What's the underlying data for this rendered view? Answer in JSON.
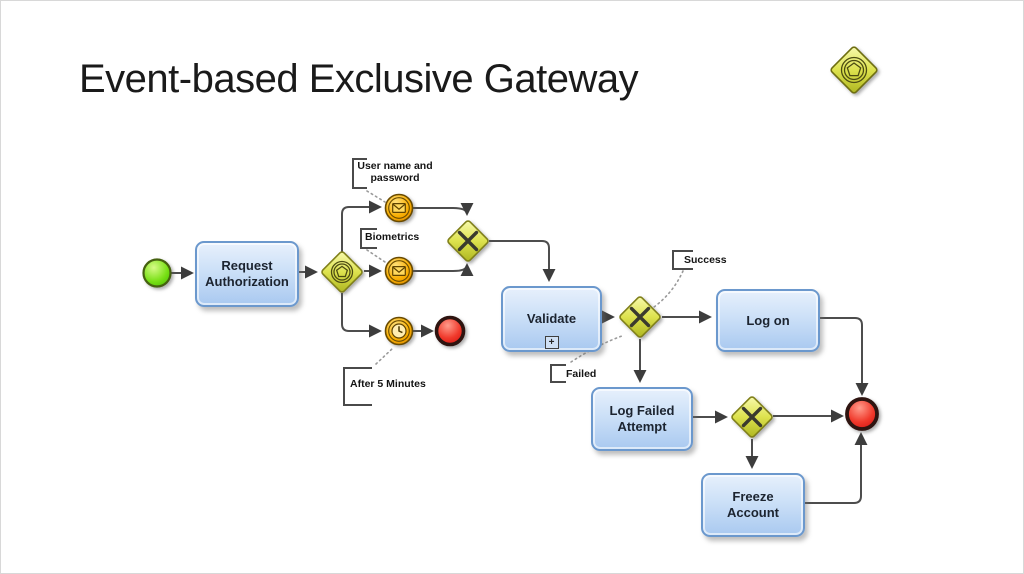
{
  "title": "Event-based Exclusive Gateway",
  "tasks": {
    "request_authorization": "Request Authorization",
    "validate": "Validate",
    "log_on": "Log on",
    "log_failed_attempt": "Log Failed Attempt",
    "freeze_account": "Freeze Account"
  },
  "annotations": {
    "username_password": "User name and password",
    "biometrics": "Biometrics",
    "after_5_minutes": "After 5 Minutes",
    "success": "Success",
    "failed": "Failed"
  },
  "icons": {
    "subprocess_plus": "+",
    "event_gateway": "pentagon-in-double-circle-diamond",
    "exclusive_gateway": "x-diamond",
    "message_event": "envelope-in-double-circle",
    "timer_event": "clock-in-double-circle",
    "start_event": "green-circle",
    "end_event": "red-thick-circle"
  },
  "colors": {
    "background": "#ffffff",
    "title_text": "#1a1a1a",
    "task_fill_top": "#e7f0fc",
    "task_fill_bottom": "#a9c9f0",
    "task_border": "#6b98cd",
    "task_text": "#1c2430",
    "gateway_fill": "#e3e34f",
    "gateway_border": "#80801a",
    "gateway_symbol": "#3a3a2e",
    "event_fill": "#f6a800",
    "event_ring": "#5d4305",
    "start_fill": "#72dd11",
    "end_fill": "#ee3322",
    "end_ring": "#331109",
    "connector": "#4d4d4d",
    "annotation_text": "#141414"
  }
}
